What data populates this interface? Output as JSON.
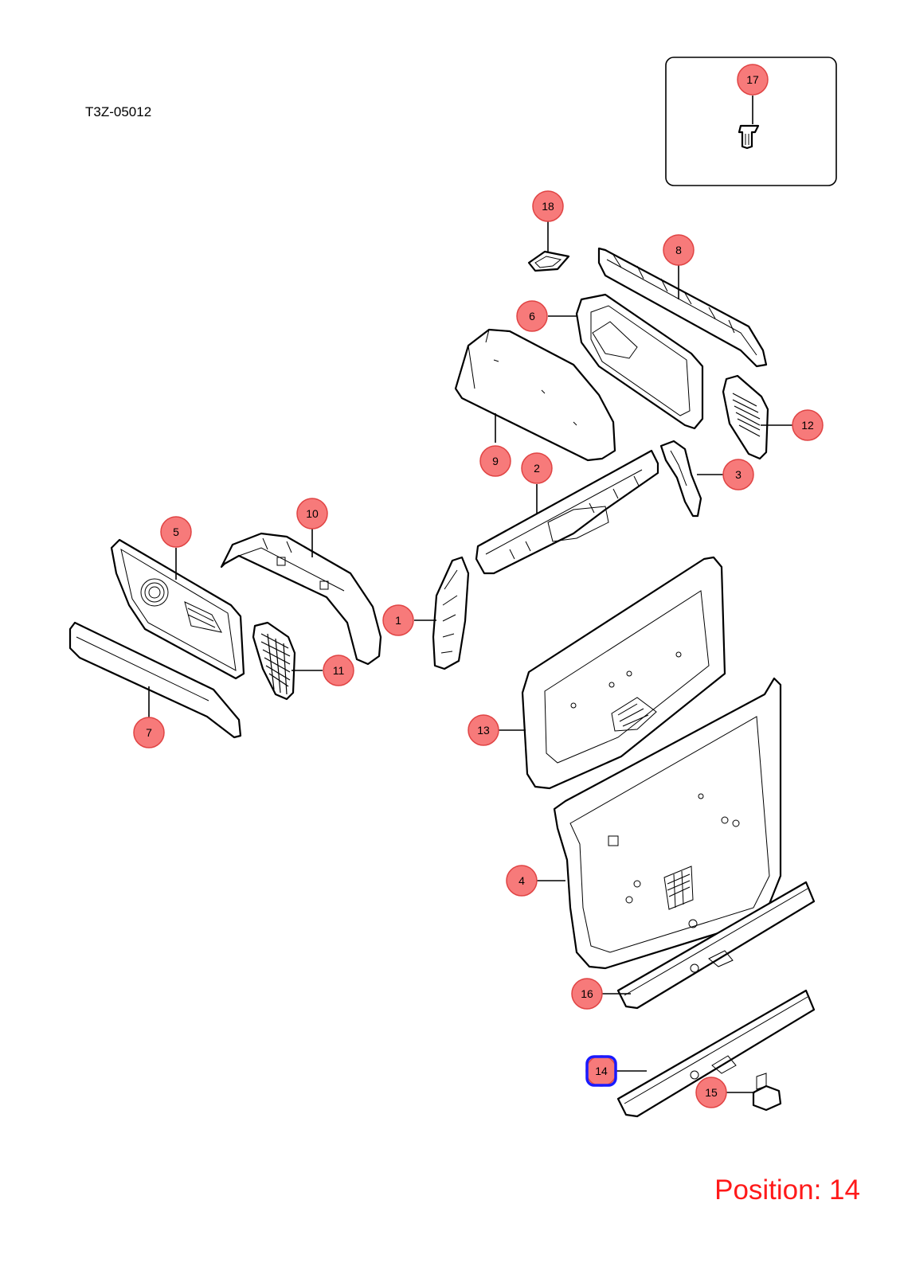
{
  "diagram": {
    "code": "T3Z-05012",
    "position_label": "Position: 14",
    "selected_callout": "14",
    "colors": {
      "callout_fill": "#f77a7a",
      "selection_outline": "#1a1aff",
      "position_text": "#ff1a1a"
    },
    "callouts": [
      {
        "label": "1"
      },
      {
        "label": "2"
      },
      {
        "label": "3"
      },
      {
        "label": "4"
      },
      {
        "label": "5"
      },
      {
        "label": "6"
      },
      {
        "label": "7"
      },
      {
        "label": "8"
      },
      {
        "label": "9"
      },
      {
        "label": "10"
      },
      {
        "label": "11"
      },
      {
        "label": "12"
      },
      {
        "label": "13"
      },
      {
        "label": "14"
      },
      {
        "label": "15"
      },
      {
        "label": "16"
      },
      {
        "label": "17"
      },
      {
        "label": "18"
      }
    ]
  }
}
